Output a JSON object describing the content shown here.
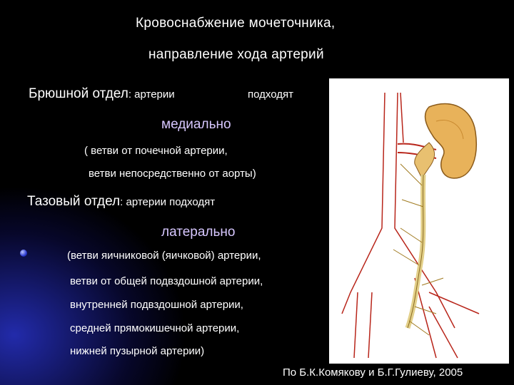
{
  "title_line1": "Кровоснабжение   мочеточника,",
  "title_line2": "направление   хода   артерий",
  "abdominal": {
    "heading": "Брюшной  отдел",
    "after": ":  артерии",
    "tail": "подходят",
    "direction": "медиально",
    "branch1": "( ветви  от  почечной артерии,",
    "branch2": "ветви  непосредственно от  аорты)"
  },
  "pelvic": {
    "heading": "Тазовый  отдел",
    "after": ":  артерии  подходят",
    "direction": "латерально",
    "branches": [
      "(ветви  яичниковой (яичковой) артерии,",
      "ветви от общей подвздошной артерии,",
      "внутренней  подвздошной артерии,",
      "средней  прямокишечной  артерии,",
      "нижней  пузырной  артерии)"
    ]
  },
  "credit": "По Б.К.Комякову и Б.Г.Гулиеву, 2005",
  "colors": {
    "background": "#000000",
    "accent_text": "#d7c7ff",
    "glow": "#2a33c8",
    "kidney": "#e8b25a",
    "ureter": "#e3d08a",
    "vessel_outline": "#b8251a"
  }
}
